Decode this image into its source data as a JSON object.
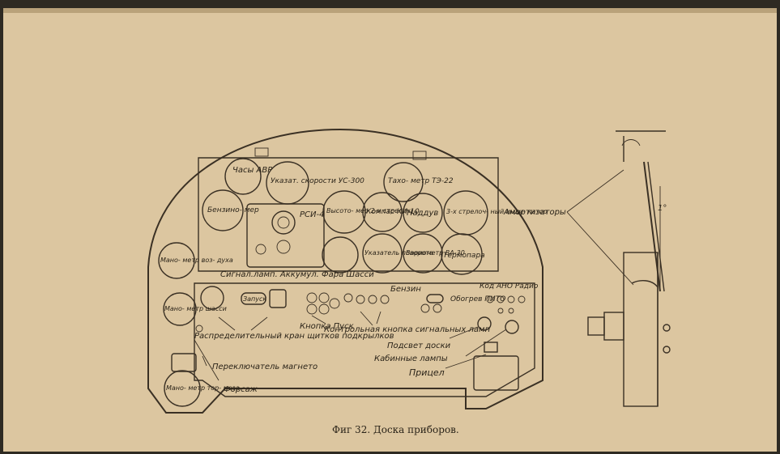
{
  "caption": "Фиг 32. Доска приборов.",
  "gauges": [
    {
      "id": "clock",
      "text": "Часы АВР"
    },
    {
      "id": "speed",
      "text": "Указат. скорости УС-300"
    },
    {
      "id": "tacho",
      "text": "Тахо- метр ТЭ-22"
    },
    {
      "id": "fuel",
      "text": "Бензино- мер"
    },
    {
      "id": "alt",
      "text": "Высото- мер 2-х стрелоч."
    },
    {
      "id": "compass",
      "text": "Компас КИ-10"
    },
    {
      "id": "boost",
      "text": "Наддув"
    },
    {
      "id": "triple",
      "text": "3-х стрелоч- ный инди- катор"
    },
    {
      "id": "turn",
      "text": "Указатель поворота"
    },
    {
      "id": "vario",
      "text": "Вариометр ВА-30"
    },
    {
      "id": "thermo",
      "text": "Термопара"
    },
    {
      "id": "airmano",
      "text": "Мано- метр воз- духа"
    },
    {
      "id": "gearmano",
      "text": "Мано- метр шасси"
    },
    {
      "id": "brakemano",
      "text": "Мано- метр тор- моза"
    }
  ],
  "labels": {
    "rsi": "РСИ-4",
    "lamp_row": "Сигнал.ламп. Аккумул. Фара Шасси",
    "benzin": "Бензин",
    "kod": "Код АНО Радио",
    "obogrev": "Обогрев ПИТО",
    "zapusk": "Запуск",
    "raspr": "Распределительный кран щитков подкрылков",
    "knopka": "Кнопка Пуск",
    "kontrol": "Контрольная кнопка сигнальных ламп",
    "podsvet": "Подсвет доски",
    "kabin": "Кабинные лампы",
    "pricel": "Прицел",
    "magneto": "Переключатель магнето",
    "farsazh": "Форсаж",
    "amort": "Амортизаторы",
    "angle": "1°"
  }
}
